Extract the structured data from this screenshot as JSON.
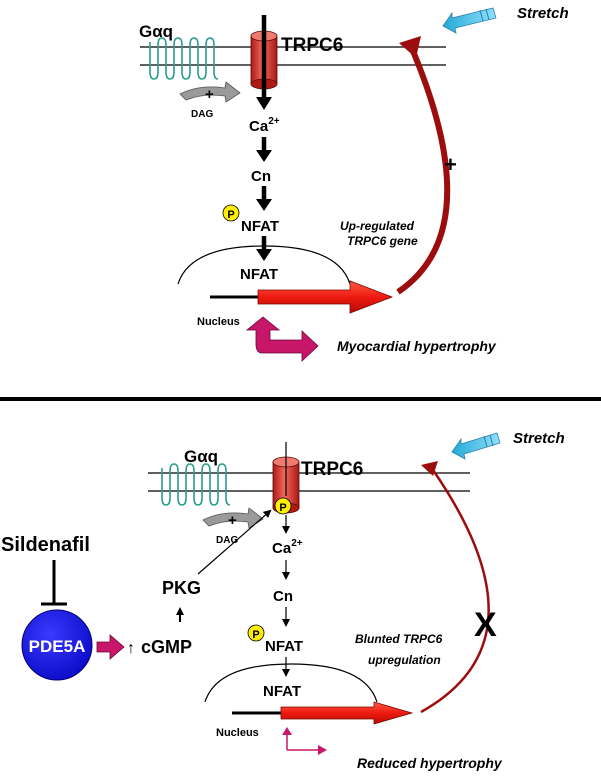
{
  "panel_a": {
    "galphaq": "Gαq",
    "trpc6": "TRPC6",
    "stretch": "Stretch",
    "dag": "DAG",
    "plus_small": "+",
    "ca": "Ca",
    "ca_sup": "2+",
    "cn": "Cn",
    "p": "P",
    "nfat_cyto": "NFAT",
    "nfat_nuc": "NFAT",
    "gene_label_1": "Up-regulated",
    "gene_label_2": "TRPC6 gene",
    "plus_feedback": "+",
    "nucleus": "Nucleus",
    "outcome": "Myocardial hypertrophy"
  },
  "panel_b": {
    "galphaq": "Gαq",
    "trpc6": "TRPC6",
    "stretch": "Stretch",
    "dag": "DAG",
    "plus_small": "+",
    "p_channel": "P",
    "ca": "Ca",
    "ca_sup": "2+",
    "cn": "Cn",
    "p": "P",
    "nfat_cyto": "NFAT",
    "nfat_nuc": "NFAT",
    "sildenafil": "Sildenafil",
    "pde5a": "PDE5A",
    "up_arrow": "↑",
    "cgmp": "cGMP",
    "pkg": "PKG",
    "gene_label_1": "Blunted TRPC6",
    "gene_label_2": "upregulation",
    "block": "X",
    "nucleus": "Nucleus",
    "outcome": "Reduced hypertrophy"
  },
  "colors": {
    "channel": "#e0433a",
    "feedback": "#9c0d0d",
    "stretch": "#4ac3ec",
    "gene": "#f01e12",
    "hypertrophy": "#c8166a",
    "pde5a": "#1010e6",
    "receptor": "#2a9d8f",
    "phospho": "#ffee00"
  }
}
